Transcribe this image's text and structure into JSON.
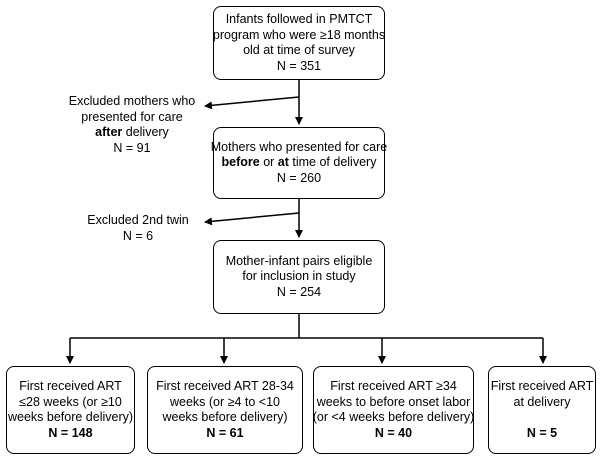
{
  "box1": {
    "l1": "Infants followed in PMTCT",
    "l2": "program who were ≥18 months",
    "l3": "old at time of survey",
    "n": "N = 351"
  },
  "excl1": {
    "l1": "Excluded mothers who",
    "l2": "presented for care",
    "l3_bold": "after",
    "l3_rest": " delivery",
    "n": "N = 91"
  },
  "box2": {
    "l1": "Mothers who presented for care",
    "l2_b1": "before",
    "l2_mid": " or ",
    "l2_b2": "at",
    "l2_rest": " time of delivery",
    "n": "N = 260"
  },
  "excl2": {
    "l1": "Excluded 2nd twin",
    "n": "N = 6"
  },
  "box3": {
    "l1": "Mother-infant pairs eligible",
    "l2": "for inclusion in study",
    "n": "N = 254"
  },
  "groups": [
    {
      "l1": "First received ART",
      "l2": "≤28 weeks (or ≥10",
      "l3": "weeks before delivery)",
      "n": "N = 148"
    },
    {
      "l1": "First received ART 28-34",
      "l2": "weeks (or ≥4 to <10",
      "l3": "weeks before delivery)",
      "n": "N = 61"
    },
    {
      "l1": "First received ART ≥34",
      "l2": "weeks to before onset labor",
      "l3": "(or <4 weeks before delivery)",
      "n": "N = 40"
    },
    {
      "l1": "First received ART",
      "l2": "at delivery",
      "l3": "",
      "n": "N = 5"
    }
  ]
}
